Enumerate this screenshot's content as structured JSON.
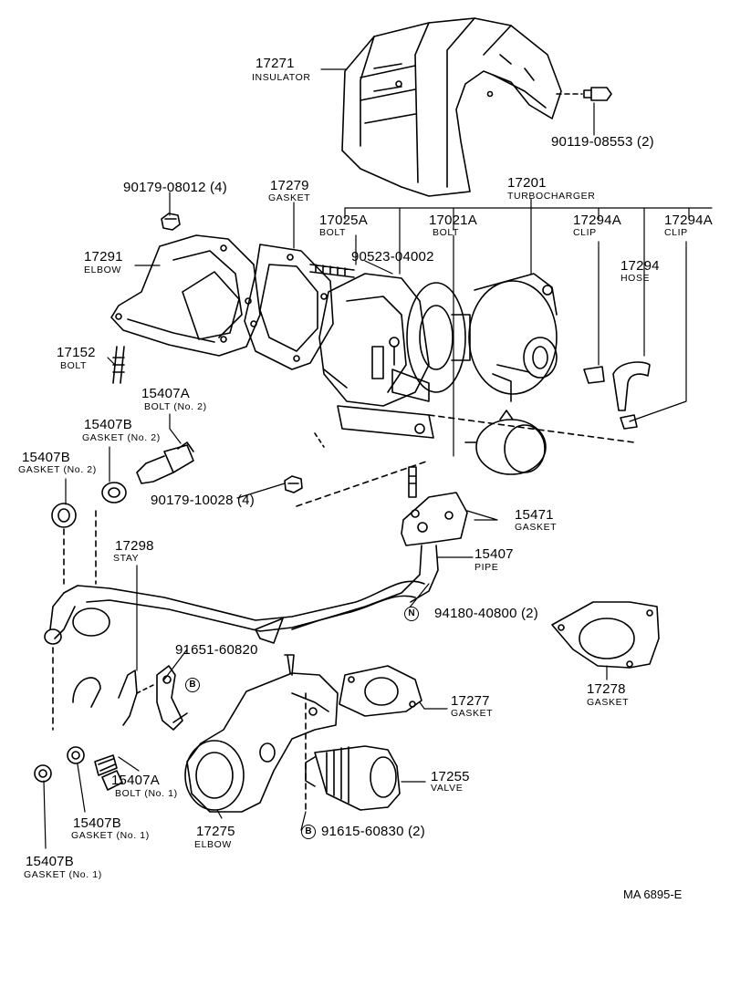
{
  "diagram_ref": "MA  6895-E",
  "parts": {
    "p17271": {
      "num": "17271",
      "name": "INSULATOR"
    },
    "p90119": {
      "num": "90119-08553 (2)"
    },
    "p90179a": {
      "num": "90179-08012 (4)"
    },
    "p17279": {
      "num": "17279",
      "name": "GASKET"
    },
    "p17201": {
      "num": "17201",
      "name": "TURBOCHARGER"
    },
    "p17025A": {
      "num": "17025A",
      "name": "BOLT"
    },
    "p17021A": {
      "num": "17021A",
      "name": "BOLT"
    },
    "p17294A_1": {
      "num": "17294A",
      "name": "CLIP"
    },
    "p17294A_2": {
      "num": "17294A",
      "name": "CLIP"
    },
    "p17291": {
      "num": "17291",
      "name": "ELBOW"
    },
    "p90523": {
      "num": "90523-04002"
    },
    "p17294": {
      "num": "17294",
      "name": "HOSE"
    },
    "p17152": {
      "num": "17152",
      "name": "BOLT"
    },
    "p15407A_2": {
      "num": "15407A",
      "name": "BOLT (No. 2)"
    },
    "p15407B_g2a": {
      "num": "15407B",
      "name": "GASKET (No. 2)"
    },
    "p15407B_g2b": {
      "num": "15407B",
      "name": "GASKET (No. 2)"
    },
    "p90179b": {
      "num": "90179-10028 (4)"
    },
    "p15471": {
      "num": "15471",
      "name": "GASKET"
    },
    "p17298": {
      "num": "17298",
      "name": "STAY"
    },
    "p15407": {
      "num": "15407",
      "name": "PIPE"
    },
    "p94180": {
      "num": "94180-40800 (2)",
      "marker": "N"
    },
    "p91651": {
      "num": "91651-60820",
      "marker": "B"
    },
    "p17278": {
      "num": "17278",
      "name": "GASKET"
    },
    "p17277": {
      "num": "17277",
      "name": "GASKET"
    },
    "p15407A_1": {
      "num": "15407A",
      "name": "BOLT (No. 1)"
    },
    "p17255": {
      "num": "17255",
      "name": "VALVE"
    },
    "p15407B_g1a": {
      "num": "15407B",
      "name": "GASKET (No. 1)"
    },
    "p17275": {
      "num": "17275",
      "name": "ELBOW"
    },
    "p91615": {
      "num": "91615-60830 (2)",
      "marker": "B"
    },
    "p15407B_g1b": {
      "num": "15407B",
      "name": "GASKET (No. 1)"
    }
  }
}
